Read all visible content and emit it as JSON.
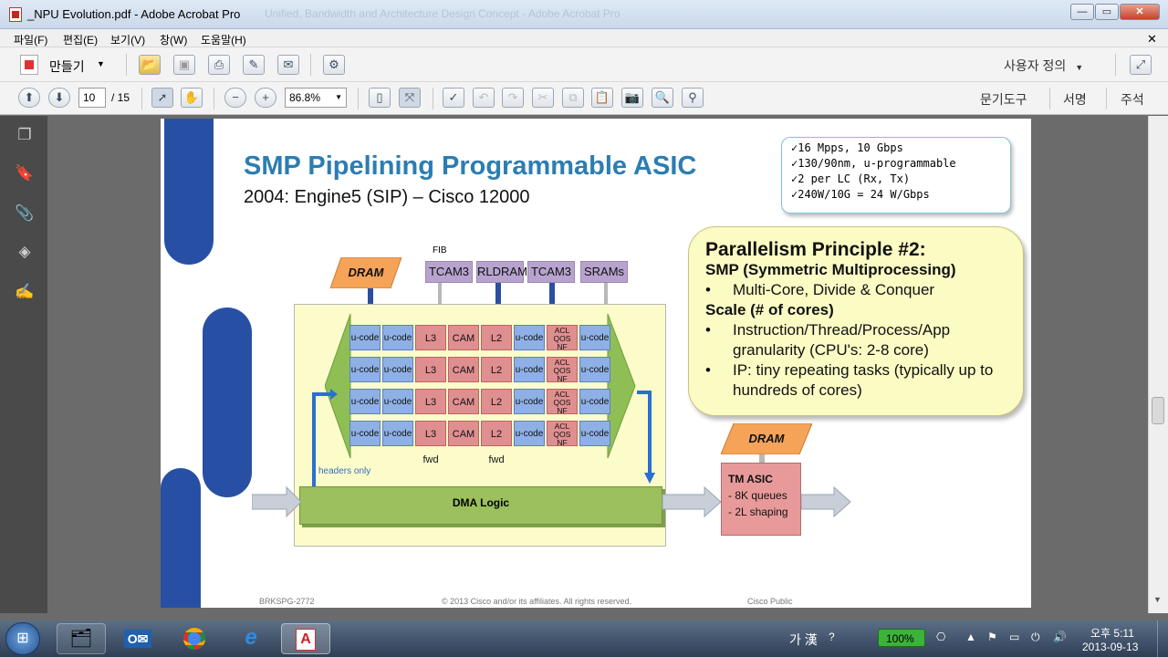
{
  "window": {
    "title": "_NPU Evolution.pdf - Adobe Acrobat Pro",
    "ghost_title": "Unified, Bandwidth and Architecture Design Concept - Adobe Acrobat Pro"
  },
  "menu": [
    "파일(F)",
    "편집(E)",
    "보기(V)",
    "창(W)",
    "도움말(H)"
  ],
  "toolbar1": {
    "create_label": "만들기",
    "customize_label": "사용자 정의"
  },
  "toolbar2": {
    "page_current": "10",
    "page_total": "/ 15",
    "zoom": "86.8%",
    "tools_label": "문기도구",
    "sign_label": "서명",
    "comment_label": "주석"
  },
  "slide": {
    "title": "SMP Pipelining Programmable ASIC",
    "subtitle": "2004: Engine5 (SIP) – Cisco 12000",
    "specs": [
      "✓16 Mpps, 10 Gbps",
      "✓130/90nm, u-programmable",
      "✓2 per LC (Rx, Tx)",
      "✓240W/10G = 24 W/Gbps"
    ],
    "principle": {
      "heading": "Parallelism Principle #2:",
      "smp": "SMP (Symmetric Multiprocessing)",
      "bullet1": "Multi-Core, Divide & Conquer",
      "scale": "Scale (# of cores)",
      "bullet2": "Instruction/Thread/Process/App granularity (CPU's: 2-8 core)",
      "bullet3": "IP: tiny repeating tasks (typically up to hundreds of cores)"
    },
    "diagram": {
      "fib": "FIB",
      "dram": "DRAM",
      "memories": [
        "TCAM3",
        "RLDRAM",
        "TCAM3",
        "SRAMs"
      ],
      "row": [
        "u-code",
        "u-code",
        "L3 fwd",
        "CAM",
        "L2 fwd",
        "u-code",
        "ACL QOS NF",
        "u-code"
      ],
      "headers_only": "headers only",
      "dma": "DMA Logic",
      "tm_dram": "DRAM",
      "tm_title": "TM ASIC",
      "tm_line1": "- 8K queues",
      "tm_line2": "- 2L shaping"
    },
    "footer": {
      "left": "BRKSPG-2772",
      "center": "© 2013 Cisco and/or its affiliates. All rights reserved.",
      "right": "Cisco Public"
    }
  },
  "taskbar": {
    "ime": "가 漢",
    "battery": "100%",
    "time": "오후 5:11",
    "date": "2013-09-13"
  }
}
